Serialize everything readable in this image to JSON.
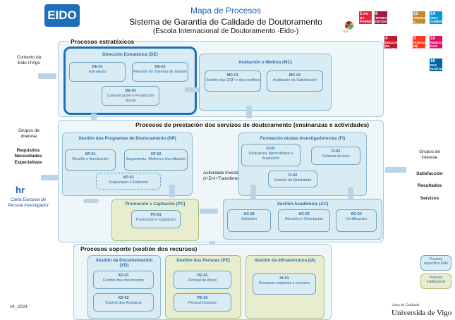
{
  "header": {
    "logo": "EIDO",
    "title": "Mapa de Procesos",
    "subtitle": "Sistema de Garantía de Calidade de Doutoramento",
    "school": "(Escola Internacional de Doutoramento -Eido-)"
  },
  "regions": {
    "strategic": "Procesos estratéxicos",
    "service": "Procesos de prestación dos servizos de doutoramento (ensinanzas e actividades)",
    "support": "Procesos soporte (xestión dos recursos)"
  },
  "de": {
    "title": "Dirección Estratéxica (DE)",
    "items": [
      {
        "code": "DE-01",
        "label": "Estratexia"
      },
      {
        "code": "DE-02",
        "label": "Revisión do Sistema de Xestión"
      },
      {
        "code": "DE-03",
        "label": "Comunicación e Proxección Social"
      }
    ]
  },
  "mc": {
    "title": "Avaliación e Mellora (MC)",
    "items": [
      {
        "code": "MC-01",
        "label": "Xestión das QSP e dos conflitos"
      },
      {
        "code": "MC-02",
        "label": "Avaliación da Satisfacción"
      }
    ]
  },
  "xp": {
    "title": "Xestión dos Programas de Doutoramento (XP)",
    "items": [
      {
        "code": "XP-01",
        "label": "Deseño e Aprobación"
      },
      {
        "code": "XP-02",
        "label": "Seguimento, Mellora e Acreditación"
      },
      {
        "code": "XP-03",
        "label": "Suspensión e Extinción"
      }
    ]
  },
  "fi": {
    "title": "Formación dos/as Investigadores/as (FI)",
    "items": [
      {
        "code": "FI-01",
        "label": "Ensinanza, Aprendizaxe e Avaliación"
      },
      {
        "code": "FI-03",
        "label": "Defensa da tese"
      },
      {
        "code": "FI-02",
        "label": "Xestión da Mobilidade"
      }
    ]
  },
  "pc": {
    "title": "Promoción e Captación (PC)",
    "items": [
      {
        "code": "PC-01",
        "label": "Promoción e Captación"
      }
    ]
  },
  "ac": {
    "title": "Xestión Académica (AC)",
    "items": [
      {
        "code": "AC-02",
        "label": "Admisión"
      },
      {
        "code": "AC-03",
        "label": "Atención e Orientación"
      },
      {
        "code": "AC-04",
        "label": "Certificación"
      }
    ]
  },
  "xd": {
    "title": "Xestión da Documentación (XD)",
    "items": [
      {
        "code": "XD-01",
        "label": "Control dos documentos"
      },
      {
        "code": "XD-02",
        "label": "Control dos Rexistros"
      }
    ]
  },
  "pe": {
    "title": "Xestión das Persoas (PE)",
    "items": [
      {
        "code": "PE-01",
        "label": "Persoal de Apoio"
      },
      {
        "code": "PE-02",
        "label": "Persoal Docente"
      }
    ]
  },
  "ia": {
    "title": "Xestión da Infraestrutura (IA)",
    "items": [
      {
        "code": "IA-01",
        "label": "Recursos materiais e servizos"
      }
    ]
  },
  "research_activity": "Actividade investigadora (I+D+i+Transferencia)",
  "left": {
    "context_line1": "Contexto da",
    "context_line2": "Eido UVigo",
    "groups_line1": "Grupos de",
    "groups_line2": "interese",
    "req1": "Requisitos",
    "req2": "Necesidades",
    "req3": "Expectativas",
    "hr_logo": "hr",
    "hr_caption": "Carta Europea do Persoal Investigador"
  },
  "right": {
    "groups_line1": "Grupos de",
    "groups_line2": "interese",
    "out1": "Satisfacción",
    "out2": "Resultados",
    "out3": "Servizos"
  },
  "legend": {
    "specific": "Proceso específico Eido",
    "institutional": "Proceso institucional"
  },
  "footer": {
    "version": "v4_2024",
    "area": "Área de Calidade",
    "university": "Universida de Vigo"
  },
  "sdgs": [
    {
      "n": "1",
      "label": "FIN DA POBREZA",
      "color": "#e5243b"
    },
    {
      "n": "8",
      "label": "TRABALLO DECENTE",
      "color": "#a21942"
    },
    {
      "n": "12",
      "label": "PRODUCIÓN E CONSUMO",
      "color": "#bf8b2e"
    },
    {
      "n": "14",
      "label": "VIDA SUBMARINA",
      "color": "#0a97d9"
    },
    {
      "n": "4",
      "label": "EDUCACIÓN DE CALIDADE",
      "color": "#c5192d"
    },
    {
      "n": "5",
      "label": "IGUALDADE DE XÉNERO",
      "color": "#ff3a21"
    },
    {
      "n": "10",
      "label": "REDUCIÓN DAS DESIGUALDADES",
      "color": "#dd1367"
    },
    {
      "n": "16",
      "label": "PAZ, XUSTIZA",
      "color": "#00689d"
    }
  ]
}
